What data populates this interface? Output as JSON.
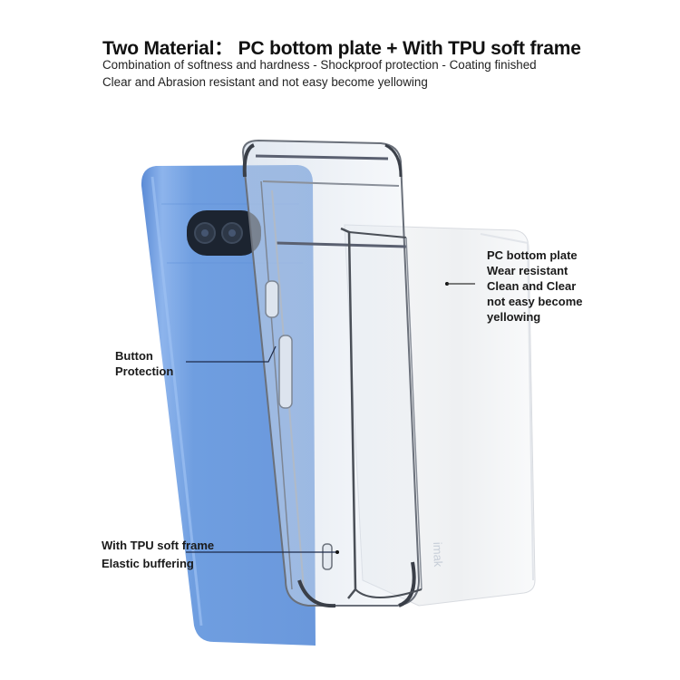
{
  "header": {
    "title_prefix": "Two Material：",
    "title_main": "PC bottom plate + With TPU soft frame",
    "subtitle_line1": "Combination of softness and hardness - Shockproof protection - Coating finished",
    "subtitle_line2": "Clear and Abrasion resistant and not easy become yellowing"
  },
  "callouts": {
    "pc_plate": {
      "lines": [
        "PC bottom plate",
        "Wear resistant",
        "Clean and Clear",
        "not easy become",
        "yellowing"
      ]
    },
    "button": {
      "lines": [
        "Button",
        "Protection"
      ]
    },
    "tpu_frame": {
      "lines": [
        "With TPU soft frame",
        "Elastic buffering"
      ]
    }
  },
  "product": {
    "brand_mark": "imak",
    "phone_color": "#6f9ee0",
    "camera_bar_color": "#1c2430",
    "frame_edge_color": "#4a4f57"
  }
}
